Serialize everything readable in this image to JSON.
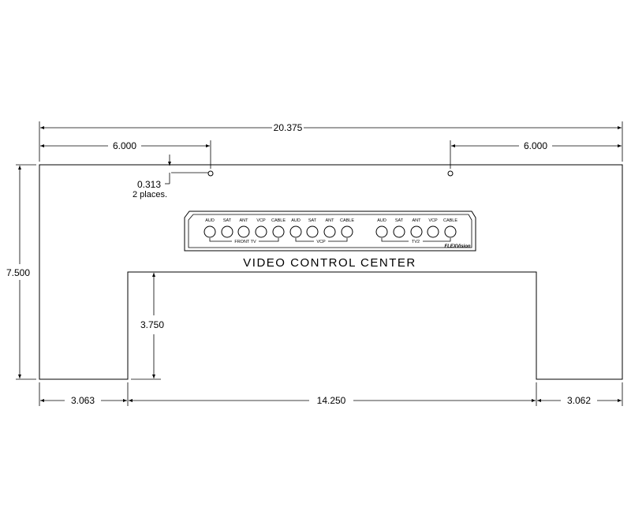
{
  "dimensions": {
    "overall_width": "20.375",
    "left_hole_offset": "6.000",
    "right_hole_offset": "6.000",
    "hole_diameter": "0.313",
    "hole_note": "2 places.",
    "overall_height": "7.500",
    "cutout_height": "3.750",
    "left_margin": "3.063",
    "cutout_width": "14.250",
    "right_margin": "3.062"
  },
  "panel": {
    "title": "VIDEO CONTROL CENTER",
    "brand": "FLEXVision",
    "groups": [
      {
        "label": "FRONT TV",
        "jacks": [
          "AUD",
          "SAT",
          "ANT",
          "VCP",
          "CABLE"
        ]
      },
      {
        "label": "VCP",
        "jacks": [
          "AUD",
          "SAT",
          "ANT",
          "CABLE"
        ]
      },
      {
        "label": "TV2",
        "jacks": [
          "AUD",
          "SAT",
          "ANT",
          "VCP",
          "CABLE"
        ]
      }
    ]
  }
}
